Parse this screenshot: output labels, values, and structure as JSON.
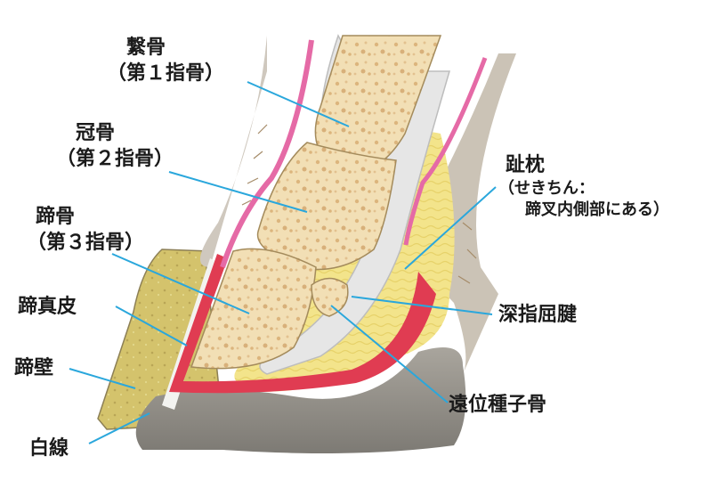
{
  "colors": {
    "leader_line": "#2aa7dc",
    "bone": "#f2dfb5",
    "bone_pore": "#d9b47c",
    "sole": "#d6c96f",
    "hoof_wall": "#c9b27a",
    "corium": "#e03c52",
    "tendon": "#e6e6e6",
    "skin": "#c9c2b8",
    "pink_line": "#e56aa6",
    "digital_cushion": "#f3e48b",
    "ground": "#8d8a83"
  },
  "labels": {
    "long_pastern": {
      "line1": "繋骨",
      "line2": "（第１指骨）"
    },
    "short_pastern": {
      "line1": "冠骨",
      "line2": "（第２指骨）"
    },
    "coffin_bone": {
      "line1": "蹄骨",
      "line2": "（第３指骨）"
    },
    "corium": "蹄真皮",
    "hoof_wall": "蹄壁",
    "white_line": "白線",
    "digital_cushion": {
      "line1": "趾枕",
      "line2": "（せきちん：",
      "line3": "蹄叉内側部にある）"
    },
    "deep_flexor_tendon": "深指屈腱",
    "navicular_bone": "遠位種子骨"
  }
}
